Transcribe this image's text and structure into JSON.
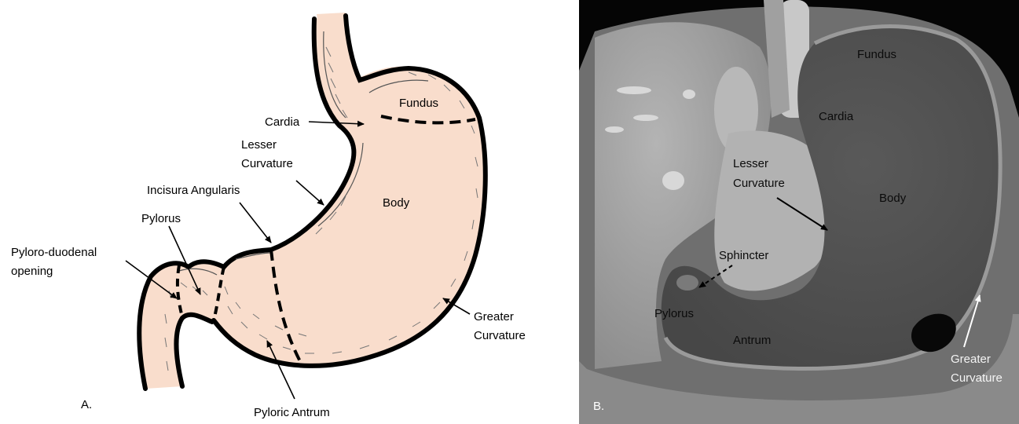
{
  "panel_a": {
    "letter": "A.",
    "labels": {
      "fundus": "Fundus",
      "cardia": "Cardia",
      "lesser_curvature_1": "Lesser",
      "lesser_curvature_2": "Curvature",
      "incisura": "Incisura Angularis",
      "body": "Body",
      "pylorus": "Pylorus",
      "pyloro_duodenal_1": "Pyloro-duodenal",
      "pyloro_duodenal_2": "opening",
      "greater_curvature_1": "Greater",
      "greater_curvature_2": "Curvature",
      "pyloric_antrum": "Pyloric Antrum"
    }
  },
  "panel_b": {
    "letter": "B.",
    "labels": {
      "fundus": "Fundus",
      "cardia": "Cardia",
      "lesser_curvature_1": "Lesser",
      "lesser_curvature_2": "Curvature",
      "body": "Body",
      "sphincter": "Sphincter",
      "pylorus": "Pylorus",
      "antrum": "Antrum",
      "greater_curvature_1": "Greater",
      "greater_curvature_2": "Curvature"
    }
  },
  "colors": {
    "stomach_fill": "#f9ddcc",
    "outline": "#000000",
    "ct_stomach": "#505050",
    "ct_liver": "#a9a9a9"
  }
}
